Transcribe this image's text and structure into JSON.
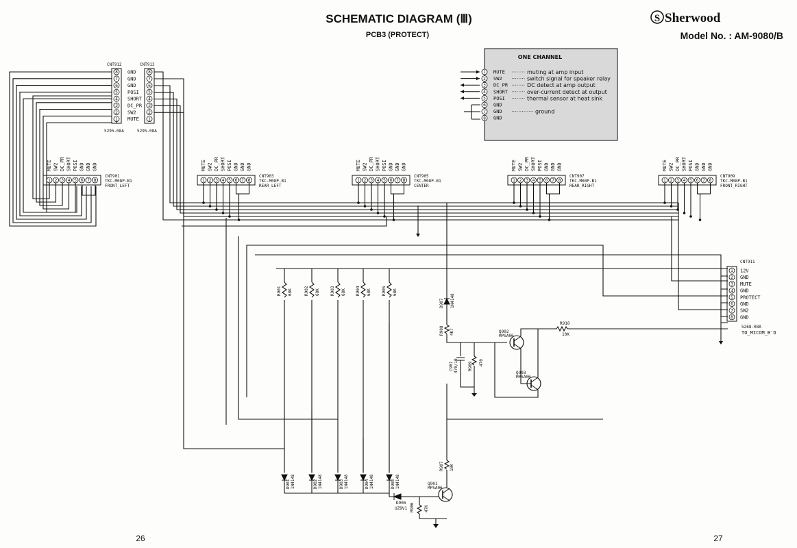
{
  "header": {
    "title": "SCHEMATIC DIAGRAM (Ⅲ)",
    "subtitle": "PCB3 (PROTECT)",
    "brand": "Sherwood",
    "model": "Model No. : AM-9080/B"
  },
  "legend": {
    "title": "ONE CHANNEL",
    "pins": [
      {
        "n": "1",
        "sig": "MUTE",
        "desc": "muting at amp input"
      },
      {
        "n": "2",
        "sig": "SW2",
        "desc": "switch signal for speaker relay"
      },
      {
        "n": "3",
        "sig": "DC_PR",
        "desc": "DC detect at amp output"
      },
      {
        "n": "4",
        "sig": "SHORT",
        "desc": "over-current detect at output"
      },
      {
        "n": "5",
        "sig": "POSI",
        "desc": "thermal sensor at heat sink"
      },
      {
        "n": "6",
        "sig": "GND",
        "desc": ""
      },
      {
        "n": "7",
        "sig": "GND",
        "desc": "ground"
      },
      {
        "n": "8",
        "sig": "GND",
        "desc": ""
      }
    ]
  },
  "cnt912": {
    "ref": "CNT912",
    "part": "5295-08A",
    "labels": [
      "GND",
      "GND",
      "GND",
      "POSI",
      "SHORT",
      "DC_PR",
      "SW2",
      "MUTE"
    ]
  },
  "cnt913": {
    "ref": "CNT913",
    "part": "5295-08A"
  },
  "channel_connectors": [
    {
      "ref": "CNT901",
      "type": "TKC-M08P-B1",
      "name": "FRONT_LEFT"
    },
    {
      "ref": "CNT903",
      "type": "TKC-M08P-B1",
      "name": "REAR_LEFT"
    },
    {
      "ref": "CNT905",
      "type": "TKC-M08P-B1",
      "name": "CENTER"
    },
    {
      "ref": "CNT907",
      "type": "TKC-M08P-B1",
      "name": "REAR_RIGHT"
    },
    {
      "ref": "CNT909",
      "type": "TKC-M08P-B1",
      "name": "FRONT_RIGHT"
    }
  ],
  "channel_pin_labels": [
    "MUTE",
    "SW2",
    "DC_PR",
    "SHORT",
    "POSI",
    "GND",
    "GND",
    "GND"
  ],
  "cnt911": {
    "ref": "CNT911",
    "part": "5268-08A",
    "dest": "TO_MICOM_B'D",
    "labels": [
      "12V",
      "GND",
      "MUTE",
      "GND",
      "PROTECT",
      "GND",
      "SW2",
      "GND"
    ]
  },
  "resistors": [
    {
      "ref": "R901",
      "val": "68K"
    },
    {
      "ref": "R902",
      "val": "68K"
    },
    {
      "ref": "R903",
      "val": "68K"
    },
    {
      "ref": "R904",
      "val": "68K"
    },
    {
      "ref": "R905",
      "val": "68K"
    },
    {
      "ref": "R906",
      "val": "47K"
    },
    {
      "ref": "R907",
      "val": "10K"
    },
    {
      "ref": "R908",
      "val": "4K7"
    },
    {
      "ref": "R909",
      "val": "470"
    },
    {
      "ref": "R910",
      "val": "10K"
    }
  ],
  "diodes": [
    {
      "ref": "D901",
      "val": "1N4148"
    },
    {
      "ref": "D902",
      "val": "1N4148"
    },
    {
      "ref": "D903",
      "val": "1N4148"
    },
    {
      "ref": "D904",
      "val": "1N4148"
    },
    {
      "ref": "D905",
      "val": "1N4148"
    },
    {
      "ref": "D906",
      "val": "UZ9V1"
    },
    {
      "ref": "D907",
      "val": "1N4148"
    }
  ],
  "transistors": [
    {
      "ref": "Q901",
      "val": "MPSA06"
    },
    {
      "ref": "Q902",
      "val": "MPSA06"
    },
    {
      "ref": "Q903",
      "val": "MPSA06"
    }
  ],
  "capacitor": {
    "ref": "C901",
    "val": "470/10"
  },
  "pages": {
    "left": "26",
    "right": "27"
  }
}
